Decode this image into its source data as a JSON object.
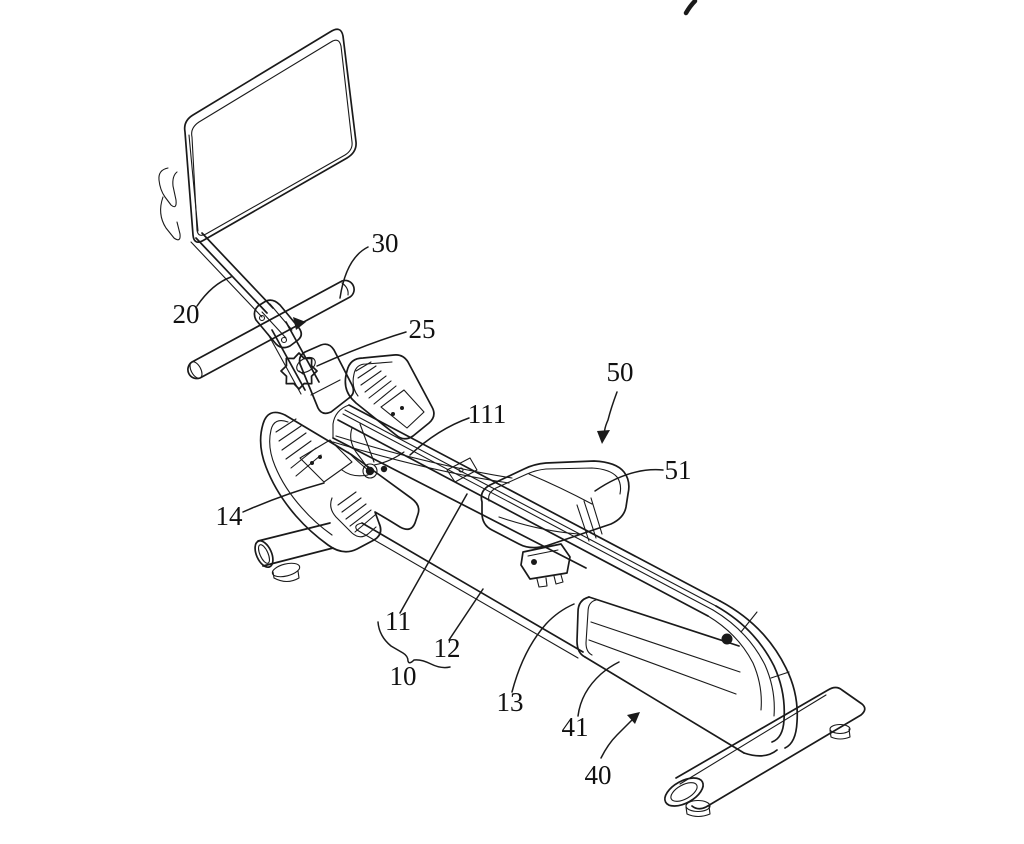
{
  "figure": {
    "kind": "patent-line-drawing",
    "subject": "rowing exercise machine perspective view",
    "background_color": "#ffffff",
    "line_color": "#1a1a1a",
    "label_color": "#111111",
    "labels": {
      "l10": "10",
      "l11": "11",
      "l111": "111",
      "l12": "12",
      "l13": "13",
      "l14": "14",
      "l20": "20",
      "l25": "25",
      "l30": "30",
      "l40": "40",
      "l41": "41",
      "l50": "50",
      "l51": "51"
    }
  }
}
